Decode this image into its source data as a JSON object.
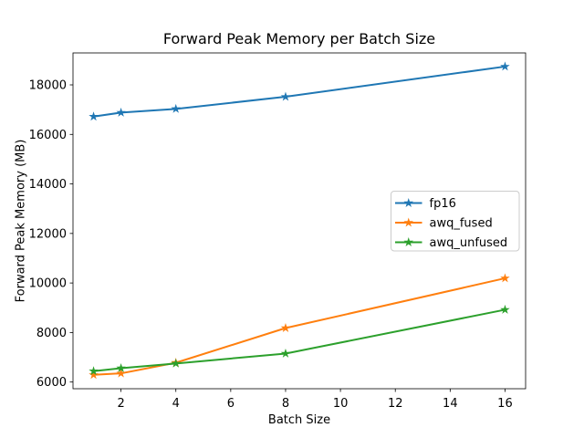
{
  "figure": {
    "background": "#ffffff"
  },
  "chart_data": {
    "type": "line",
    "title": "Forward Peak Memory per Batch Size",
    "xlabel": "Batch Size",
    "ylabel": "Forward Peak Memory (MB)",
    "x": [
      1,
      2,
      4,
      8,
      16
    ],
    "series": [
      {
        "name": "fp16",
        "color": "#1f77b4",
        "values": [
          16720,
          16880,
          17030,
          17520,
          18740
        ]
      },
      {
        "name": "awq_fused",
        "color": "#ff7f0e",
        "values": [
          6290,
          6350,
          6780,
          8180,
          10190
        ]
      },
      {
        "name": "awq_unfused",
        "color": "#2ca02c",
        "values": [
          6440,
          6560,
          6750,
          7150,
          8920
        ]
      }
    ],
    "marker": "star",
    "line_width": 2,
    "xticks": [
      2,
      4,
      6,
      8,
      10,
      12,
      14,
      16
    ],
    "yticks": [
      6000,
      8000,
      10000,
      12000,
      14000,
      16000,
      18000
    ],
    "xlim": [
      0.25,
      16.75
    ],
    "ylim": [
      5730,
      19290
    ],
    "grid": false,
    "legend": {
      "position": "center right",
      "entries": [
        "fp16",
        "awq_fused",
        "awq_unfused"
      ],
      "border_color": "#cccccc",
      "background": "#ffffff"
    },
    "axis_color": "#000000"
  }
}
